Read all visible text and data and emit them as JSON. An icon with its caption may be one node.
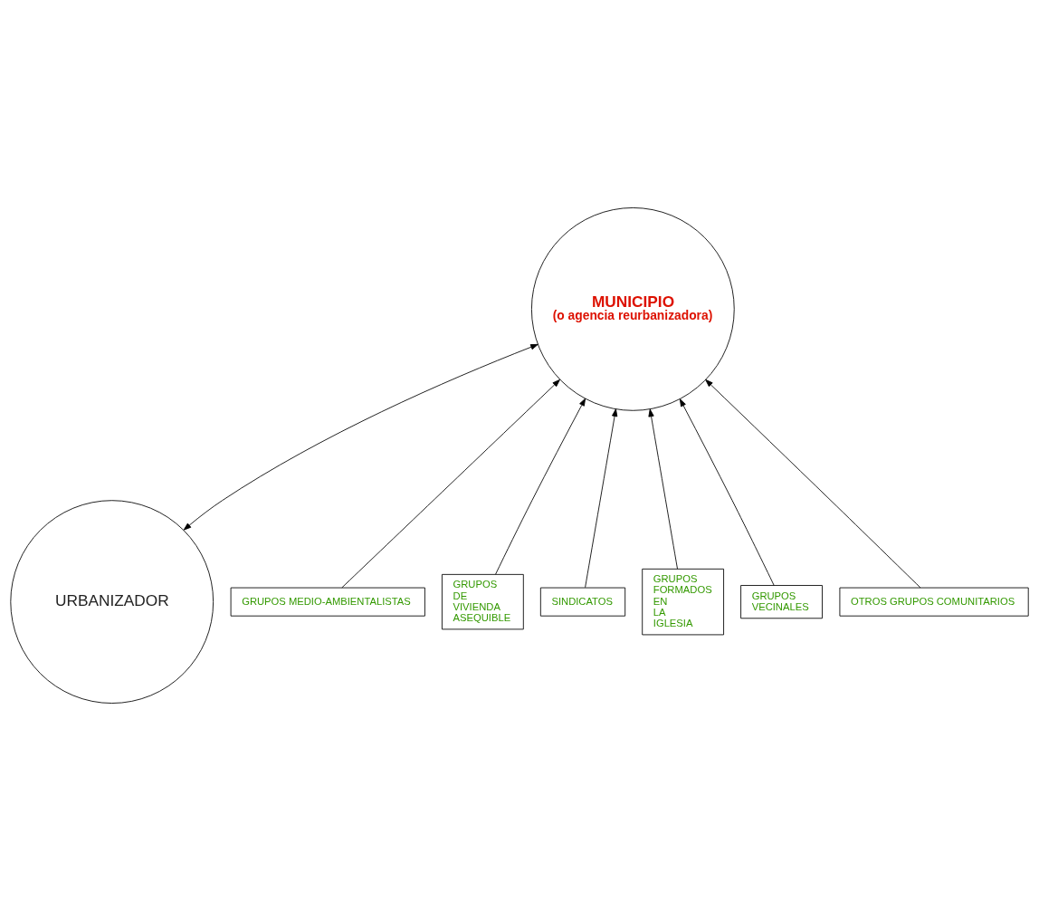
{
  "diagram": {
    "nodes": [
      {
        "text": [
          "MUNICIPIO",
          "(o agencia reurbanizadora)"
        ]
      },
      {
        "text": [
          "URBANIZADOR"
        ]
      },
      {
        "text": [
          "GRUPOS MEDIO-AMBIENTALISTAS"
        ]
      },
      {
        "text": [
          "GRUPOS DE VIVIENDA ASEQUIBLE"
        ]
      },
      {
        "text": [
          "SINDICATOS"
        ]
      },
      {
        "text": [
          "GRUPOS FORMADOS EN LA IGLESIA"
        ]
      },
      {
        "text": [
          "GRUPOS VECINALES"
        ]
      },
      {
        "text": [
          "OTROS GRUPOS COMUNITARIOS"
        ]
      }
    ],
    "edges": [
      {
        "from": 2,
        "to": 0,
        "arrow": "to"
      },
      {
        "from": 3,
        "to": 0,
        "arrow": "to"
      },
      {
        "from": 5,
        "to": 0,
        "arrow": "to"
      },
      {
        "from": 4,
        "to": 0,
        "arrow": "to"
      },
      {
        "from": 6,
        "to": 0,
        "arrow": "to"
      },
      {
        "from": 7,
        "to": 0,
        "arrow": "to"
      },
      {
        "from": 0,
        "to": 1,
        "arrow": "both"
      }
    ]
  }
}
